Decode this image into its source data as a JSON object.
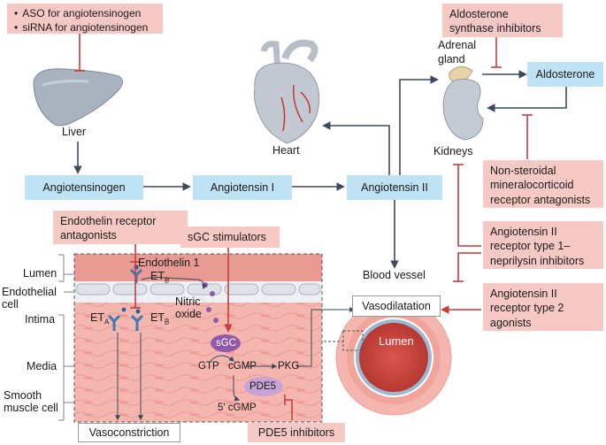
{
  "boxes": {
    "aso_list": [
      "ASO for angiotensinogen",
      "siRNA for angiotensinogen"
    ],
    "aldosterone_synthase_inhibitors": "Aldosterone synthase inhibitors",
    "aldosterone": "Aldosterone",
    "non_steroidal_mra": "Non-steroidal mineralocorticoid receptor antagonists",
    "angiotensinogen": "Angiotensinogen",
    "angiotensin_1": "Angiotensin I",
    "angiotensin_2": "Angiotensin II",
    "endothelin_receptor_antagonists": "Endothelin receptor antagonists",
    "sgc_stimulators": "sGC stimulators",
    "arni": "Angiotensin II receptor type 1– neprilysin inhibitors",
    "at2_agonists": "Angiotensin II receptor type 2 agonists",
    "vasodilatation": "Vasodilatation",
    "vasoconstriction": "Vasoconstriction",
    "pde5_inhibitors": "PDE5 inhibitors"
  },
  "labels": {
    "liver": "Liver",
    "heart": "Heart",
    "adrenal_gland": "Adrenal gland",
    "kidneys": "Kidneys",
    "blood_vessel": "Blood vessel",
    "lumen_vessel": "Lumen",
    "lumen_layer": "Lumen",
    "endothelial_cell": "Endothelial cell",
    "intima": "Intima",
    "media": "Media",
    "smooth_muscle_cell": "Smooth muscle cell",
    "endothelin_1": "Endothelin 1",
    "eta": "ET",
    "eta_sub": "A",
    "etb": "ET",
    "etb_sub": "B",
    "etb_top": "ET",
    "etb_top_sub": "B",
    "nitric_oxide": "Nitric oxide",
    "sgc": "sGC",
    "gtp": "GTP",
    "cgmp": "cGMP",
    "pkg": "PKG",
    "pde5": "PDE5",
    "five_cgmp": "5′ cGMP"
  },
  "colors": {
    "pink_box": "#f7c9c4",
    "blue_box": "#bfe3f5",
    "inhibitor": "#c63e3e",
    "arrow": "#3d4a5c",
    "tissue": "#f4b6ae",
    "sgc": "#8f5aa8"
  }
}
